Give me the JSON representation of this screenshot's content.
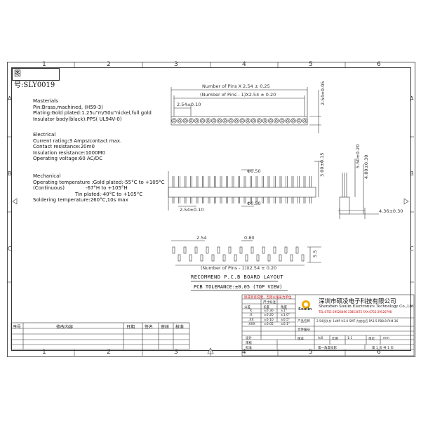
{
  "drawing_no": "图号:SLY0019",
  "grid": {
    "columns": [
      "1",
      "2",
      "3",
      "4",
      "5",
      "6"
    ],
    "rows": [
      "A",
      "B",
      "C"
    ]
  },
  "materials": {
    "heading": "Masterials",
    "lines": [
      "Pin:Brass,machined, (H59-3)",
      "Plating:Gold plated:1.25u\"m/50u\"nickel,full gold",
      "Insulator body(black):PPS( UL94V-0)"
    ]
  },
  "electrical": {
    "heading": "Electrical",
    "lines": [
      "Current rating:3 Amps/contact max.",
      "Contact resistance:20m0",
      "Insulation resistance:1000M0",
      "Operating voltage:60 AC/DC"
    ]
  },
  "mechanical": {
    "heading": "Mechanical",
    "line1": "Operating temperature :Gold plated:-55°C to +105°C",
    "line2a": "(Continuous)",
    "line2b": "-67°H  to +105°H",
    "line3": "Tin plated:-40°C to +105°C",
    "line4": "Soldering temperature:260°C,10s max"
  },
  "dimensions": {
    "top_total": "Number of Pins X 2.54 ± 0.25",
    "top_pitch_total": "(Number of Pins - 1)X2.54 ± 0.20",
    "top_pitch": "2.54±0.10",
    "top_height": "2.54±0.05",
    "side_dia_top": "Φ0.50",
    "side_dia_bottom": "Φ0.50",
    "side_pitch": "2.54±0.10",
    "side_height": "3.00±0.15",
    "end_height_total": "5.50±0.20",
    "end_pin": "4.80±0.30",
    "end_width": "4.36±0.30",
    "pcb_pitch": "2.54",
    "pcb_pad": "0.80",
    "pcb_pitch_total": "(Number of Pins - 1)X2.54 ± 0.20",
    "pcb_pad_len": "5.5"
  },
  "pcb": {
    "title": "RECOMMEND P.C.B BOARD LAYOUT",
    "tolerance": "PCB TOLERANCE:±0.05 (TOP VIEW)"
  },
  "title_block": {
    "note": "除非另有说明，否则以毫米为单位",
    "tol_header": "尺寸标注",
    "tol_cols": [
      "公差",
      "长度",
      "角度"
    ],
    "tol_rows": [
      [
        "X",
        "±0.30",
        "±1°"
      ],
      [
        ".X",
        "±0.20",
        "±1.0°"
      ],
      [
        ".XX",
        "±0.10",
        "±0.5°"
      ],
      [
        ".XXX",
        "±0.05",
        "±0.1°"
      ]
    ],
    "left_labels": [
      "设计",
      "审核",
      "批准"
    ],
    "logo": "Soulin",
    "company_cn": "深圳市硕凌电子科技有限公司",
    "company_en": "Shenzhen Soulin Electronics Technology Co.,Ltd",
    "company_tel": "TEL:0755-29526496 33853672   FAX:0755-29520798",
    "product_label": "产品名称",
    "product_name": "2.54双头针 1xNP H3.0 SMT 方座右后 PA3.5 PB8.8 PH4.36",
    "drawing_label": "文件编号",
    "scale_label": "版本",
    "scale_value": "A/0",
    "ratio_label": "比例",
    "ratio_value": "1:1",
    "unit_label": "单位",
    "unit_value": "mm",
    "sheet_text": "第一角度投影",
    "page_text": "第 1 页 共 1 页"
  },
  "revision": {
    "cols": [
      "序号",
      "修改内容",
      "日期",
      "签名",
      "审核",
      "核准"
    ]
  }
}
